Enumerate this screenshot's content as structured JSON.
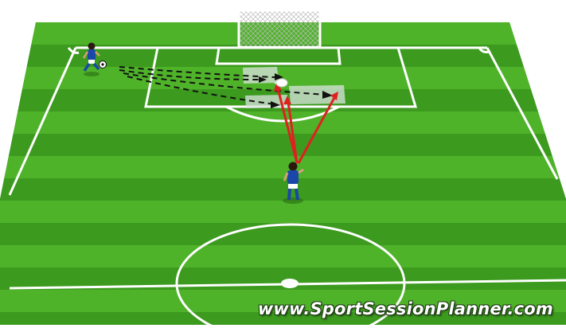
{
  "watermark": "www.SportSessionPlanner.com",
  "colors": {
    "pitch_light": "#4fb32a",
    "pitch_dark": "#3c9a1e",
    "line": "#ffffff",
    "arrow": "#e02020",
    "dribble": "#111111",
    "player_kit": "#1a47a8",
    "zone": "#d9e3e0"
  },
  "diagram": {
    "type": "soccer-session-drill",
    "players": [
      {
        "role": "winger-with-ball",
        "icon": "player-running-with-ball"
      },
      {
        "role": "striker",
        "icon": "player-standing"
      }
    ],
    "target_zones": 3,
    "pass_arrows": 3,
    "dribble_runs": 4
  }
}
